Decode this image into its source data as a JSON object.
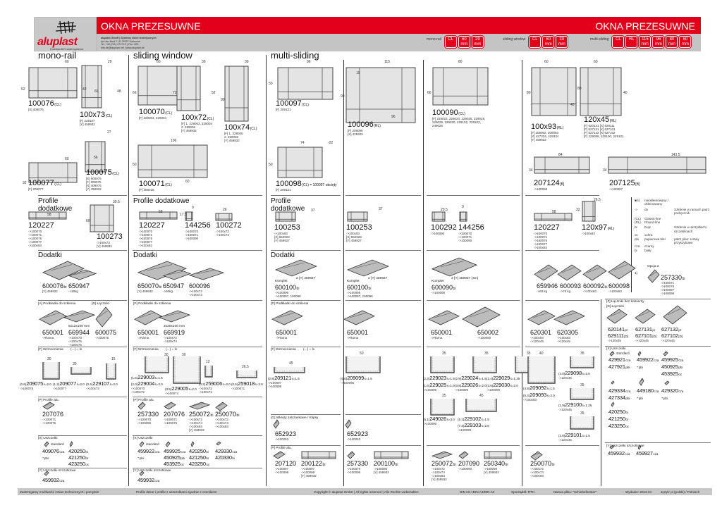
{
  "header": {
    "brand": "aluplast",
    "brand_sub": "Kunststoff-Fenstersysteme",
    "title_left": "OKNA PREZESUWNE",
    "title_right": "OKNA PREZESUWNE",
    "company": [
      "aluplast GmbH | Systemy okien teoretycznych",
      "Auf der Breit 2 | D-76227 Karlsruhe",
      "Tel. +49 (721) 47171-0 | Fax -900",
      "info.de@aluplast.net | www.aluplast.de"
    ],
    "groups": [
      {
        "label": "mono-rail",
        "badges": [
          "CL",
          "60 mm",
          "29 mm"
        ]
      },
      {
        "label": "sliding window",
        "badges": [
          "CL",
          "60 mm",
          "39 mm"
        ]
      },
      {
        "label": "multi-sliding",
        "badges": [
          "CL",
          "RL",
          "115 mm",
          "96 mm",
          "80 mm",
          "60 mm"
        ]
      }
    ],
    "accent": "#e2001a"
  },
  "sections": {
    "mono": "mono-rail",
    "sliding": "sliding window",
    "multi": "multi-sliding",
    "extra": "Profile dodatkowe",
    "extra2": "Profile\ndodatkowe",
    "addons": "Dodatki"
  },
  "labels": [
    "[A] Podkładki do szklenia",
    "[D] Łączniki",
    "[P] Podkładki do szklenia",
    "[P] Podkładki do szklenia",
    "[Z] Łączniki bez kołnierzy",
    "[D] Łączniki",
    "[F] Wzmocnienia",
    "(...) = lx",
    "[F] Wzmocnienia",
    "(...) = lx",
    "[F] Wzmocnienia",
    "(...) = lx",
    "[X] Uszczelki",
    "[Y] Uszczelki szczotkowe",
    "[P] Profile alu.",
    "[P] Profile alu.",
    "[X] Uszczelki",
    "[X] Uszczelki",
    "[Y] Uszczelki szczotkowe",
    "[Y] Uszczelki szczotkowe",
    "[G] Wkręty zatrzaskowe / Klipsy",
    "[P] Profile alu.",
    "standard",
    "standard",
    "standard",
    "5x12x100 mm",
    "3x20x100 mm",
    "Komplet",
    "2 [Y] 459927",
    "Komplet",
    "2 [Y] 459927",
    "Komplet",
    "2 [Y] 459927 (4m)",
    "Opcja 2",
    "1)"
  ],
  "dims": [
    "60",
    "52",
    "42",
    "29",
    "66",
    "48",
    "27",
    "56",
    "60",
    "32",
    "60",
    "66",
    "39",
    "72",
    "52",
    "39",
    "90",
    "106",
    "50",
    "60",
    "96",
    "50",
    "115",
    "19",
    "96",
    "90",
    "80",
    "66",
    "74",
    "-22",
    "50",
    "60",
    "80",
    "40",
    "60",
    "80",
    "40",
    "84",
    "143.5",
    "34",
    "34",
    "58",
    "30.5",
    "60",
    "58",
    "9",
    "17.5",
    "26",
    "37",
    "37",
    "20.5",
    "9",
    "58",
    "26.5",
    "32",
    "20",
    "30",
    "15",
    "30",
    "30",
    "12",
    "26.5",
    "45",
    "50",
    "35",
    "35",
    "35",
    "40",
    "35",
    "35",
    "45",
    "35",
    "35"
  ],
  "items": [
    {
      "code": "100076",
      "tag": "(CL)",
      "notes": [
        "[X] 409076"
      ]
    },
    {
      "code": "100x73",
      "tag": "(CL)",
      "notes": [
        "[F] 229107",
        "[Y] 459932"
      ]
    },
    {
      "code": "100077",
      "tag": "(CL)",
      "notes": [
        "[F] 209077"
      ]
    },
    {
      "code": "100075",
      "tag": "(CL)",
      "notes": [
        "[X] 600075",
        "[F] 209075",
        "[X] 409076",
        "[Y] 459932"
      ]
    },
    {
      "code": "100070",
      "tag": "(CL)",
      "notes": [
        "[F] 229003, 229004"
      ]
    },
    {
      "code": "100x72",
      "tag": "(CL)",
      "notes": [
        "[F] 1. 229003, 229004",
        "    2. 259006",
        "[Y] 459932"
      ]
    },
    {
      "code": "100x74",
      "tag": "(CL)",
      "notes": [
        "[F] 1. 229005",
        "    2. 259006",
        "[Y] 459932"
      ]
    },
    {
      "code": "100071",
      "tag": "(CL)",
      "notes": [
        "[F] 259018"
      ]
    },
    {
      "code": "100097",
      "tag": "(CL)",
      "notes": [
        "[F] 209121"
      ]
    },
    {
      "code": "100098",
      "tag": "(CL) = 100097 obcięty",
      "notes": [
        "[F] 209121"
      ]
    },
    {
      "code": "100096",
      "tag": "(RL)",
      "notes": [
        "[F] 209099",
        "[X] 429320"
      ]
    },
    {
      "code": "100090",
      "tag": "(CL)",
      "notes": [
        "[F] 229023, 229024, 229025, 229026,",
        "229029, 229030, 229102, 229103,",
        "249026"
      ]
    },
    {
      "code": "100x93",
      "tag": "(RL)",
      "notes": [
        "[F] 209092, 209093",
        "[X] 427334, 429334",
        "[Y] 459932"
      ]
    },
    {
      "code": "120x45",
      "tag": "(RL)",
      "notes": [
        "[F] 620141  [X] 629111",
        "[F] 627131  [X] 627101",
        "[F] 627132  [X] 627102",
        "[F] 229098, 229100, 229101"
      ]
    },
    {
      "code": "207124",
      "tag": "[B]",
      "notes": [
        "->100098"
      ]
    },
    {
      "code": "207125",
      "tag": "[B]",
      "notes": [
        "->100097"
      ]
    },
    {
      "code": "120227",
      "tag": "",
      "notes": [
        "->100070",
        "->100071",
        "->100076",
        "->100077",
        "->100x93"
      ]
    },
    {
      "code": "100273",
      "tag": "",
      "notes": [
        "->100x73",
        "[Y] 459932"
      ]
    },
    {
      "code": "120227",
      "tag": "",
      "notes": [
        "->100070",
        "->100071",
        "->100076",
        "->100077",
        "->100x93"
      ]
    },
    {
      "code": "144256",
      "tag": "",
      "notes": [
        "->100070",
        "->100071",
        "->100090"
      ]
    },
    {
      "code": "100272",
      "tag": "",
      "notes": [
        "->100x72",
        "->100x74"
      ]
    },
    {
      "code": "100253",
      "tag": "",
      "notes": [
        "->100x93",
        "[X] 652923",
        "[Y] 459927"
      ]
    },
    {
      "code": "100253",
      "tag": "",
      "notes": [
        "->100x93",
        "[X] 652923",
        "[Y] 459927"
      ]
    },
    {
      "code": "100292",
      "tag": "",
      "notes": [
        "->100090"
      ]
    },
    {
      "code": "144256",
      "tag": "",
      "notes": [
        "->100070",
        "->100071",
        "->100090"
      ]
    },
    {
      "code": "120227",
      "tag": "",
      "notes": [
        "->100070",
        "->100071",
        "->100076",
        "->100077",
        "->100x93"
      ]
    },
    {
      "code": "120x97",
      "tag": "(RL)",
      "notes": [
        "->100x93"
      ]
    },
    {
      "code": "600076",
      "tag": "bi",
      "notes": [
        "[Y] 459932"
      ]
    },
    {
      "code": "650947",
      "tag": "",
      "notes": [
        "->30kg"
      ]
    },
    {
      "code": "650070",
      "tag": "bi",
      "notes": [
        "[Y] 459932"
      ]
    },
    {
      "code": "650947",
      "tag": "",
      "notes": [
        "->30kg"
      ]
    },
    {
      "code": "600096",
      "tag": "",
      "notes": [
        "->100x72",
        "->100x74"
      ]
    },
    {
      "code": "600100",
      "tag": "bi",
      "notes": [
        "->100096",
        "->100097, 100098"
      ]
    },
    {
      "code": "600100",
      "tag": "bi",
      "notes": [
        "->100096",
        "->100097, 100098"
      ]
    },
    {
      "code": "600090",
      "tag": "bi",
      "notes": [
        "->100090"
      ]
    },
    {
      "code": "659946",
      "tag": "",
      "notes": [
        "->60 kg"
      ]
    },
    {
      "code": "600093",
      "tag": "",
      "notes": [
        "->75 kg"
      ]
    },
    {
      "code": "600092",
      "tag": "bi",
      "notes": [
        "->100x93"
      ]
    },
    {
      "code": "600098",
      "tag": "",
      "notes": [
        "->100x93"
      ]
    },
    {
      "code": "257330",
      "tag": "bi",
      "notes": [
        "->100071",
        "->100076",
        "->100097",
        "->100098"
      ]
    },
    {
      "code": "650001",
      "tag": "",
      "notes": [
        "->Rama"
      ]
    },
    {
      "code": "669944",
      "tag": "",
      "notes": [
        "->100x73",
        "->100x75",
        "->100x76"
      ]
    },
    {
      "code": "600075",
      "tag": "",
      "notes": [
        "->100075"
      ]
    },
    {
      "code": "650001",
      "tag": "",
      "notes": [
        "->Rama"
      ]
    },
    {
      "code": "669919",
      "tag": "",
      "notes": [
        "->100x72",
        "->100x74"
      ]
    },
    {
      "code": "650001",
      "tag": "",
      "notes": [
        "->Rama"
      ]
    },
    {
      "code": "650001",
      "tag": "",
      "notes": [
        "->Rama"
      ]
    },
    {
      "code": "650001",
      "tag": "",
      "notes": [
        "->Rama"
      ]
    },
    {
      "code": "650002",
      "tag": "",
      "notes": [
        "->100090"
      ]
    },
    {
      "code": "620301",
      "tag": "",
      "notes": [
        "->100x93",
        "->120x45"
      ]
    },
    {
      "code": "620305",
      "tag": "",
      "notes": [
        "->100x93",
        "->120x45"
      ]
    },
    {
      "code": "620141",
      "tag": "pr",
      "notes": []
    },
    {
      "code": "629111",
      "tag": "[D]",
      "notes": [
        "->120x45"
      ]
    },
    {
      "code": "627131",
      "tag": "pr",
      "notes": []
    },
    {
      "code": "627101",
      "tag": "[D]",
      "notes": [
        "->120x45"
      ]
    },
    {
      "code": "627132",
      "tag": "pr",
      "notes": []
    },
    {
      "code": "627102",
      "tag": "[D]",
      "notes": [
        "->120x45"
      ]
    },
    {
      "pre": "(0.6)",
      "code": "209075",
      "tag": "s=2.0",
      "notes": [
        "->100075"
      ]
    },
    {
      "pre": "(1.2)",
      "code": "209077",
      "tag": "s=2.0",
      "notes": [
        "->100077"
      ]
    },
    {
      "pre": "(0.4)",
      "code": "229107",
      "tag": "s=2.0",
      "notes": [
        "->100x73"
      ]
    },
    {
      "pre": "(1.6)",
      "code": "229003",
      "tag": "s=1.5",
      "notes": []
    },
    {
      "pre": "(2.0)",
      "code": "229004",
      "tag": "s=2.0",
      "notes": [
        "->100070",
        "->100x72"
      ]
    },
    {
      "pre": "(3.5)",
      "code": "229005",
      "tag": "s=2.0",
      "notes": [
        "->100074"
      ]
    },
    {
      "pre": "(0.2)",
      "code": "259006",
      "tag": "s=2.0",
      "notes": [
        "->100x72",
        "->100x74"
      ]
    },
    {
      "pre": "(0.6)",
      "code": "259018",
      "tag": "s=2.0",
      "notes": [
        "->100071"
      ]
    },
    {
      "pre": "(2.8)",
      "code": "209121",
      "tag": "s=1.5",
      "notes": [
        "->100097",
        "->100098"
      ]
    },
    {
      "pre": "(6.6)",
      "code": "209099",
      "tag": "s=1.5",
      "notes": [
        "->100096"
      ]
    },
    {
      "pre": "(2.3)",
      "code": "229023",
      "tag": "s=1.5",
      "notes": []
    },
    {
      "pre": "(1.6)",
      "code": "229025",
      "tag": "s=1.0",
      "notes": [
        "->100090"
      ]
    },
    {
      "pre": "(2.9)",
      "code": "229024",
      "tag": "s=1.5",
      "notes": []
    },
    {
      "pre": "(3.8)",
      "code": "229026",
      "tag": "s=2.0",
      "notes": [
        "->100090"
      ]
    },
    {
      "pre": "(2.4)",
      "code": "229029",
      "tag": "s=1.25",
      "notes": []
    },
    {
      "pre": "(3.6)",
      "code": "229030",
      "tag": "s=2.0",
      "notes": [
        "->100090"
      ]
    },
    {
      "pre": "(5.1)",
      "code": "249026",
      "tag": "s=3.0",
      "notes": [
        "->100090"
      ]
    },
    {
      "pre": "(5.1)",
      "code": "229102",
      "tag": "s=1.5",
      "notes": []
    },
    {
      "pre": "(7.3)",
      "code": "229103",
      "tag": "s=2.5",
      "notes": [
        "->100090"
      ]
    },
    {
      "pre": "(4.8)",
      "code": "209092",
      "tag": "s=1.5",
      "notes": []
    },
    {
      "pre": "(6.3)",
      "code": "209093",
      "tag": "s=2.0",
      "notes": [
        "->100x93"
      ]
    },
    {
      "pre": "(4.0)",
      "code": "229098",
      "tag": "s=2.5",
      "notes": [
        "->120x45"
      ]
    },
    {
      "pre": "(1.9)",
      "code": "229100",
      "tag": "s=1.25",
      "notes": [
        "->120x45"
      ]
    },
    {
      "pre": "(2.8)",
      "code": "229101",
      "tag": "s=1.5",
      "notes": [
        "->120x45"
      ]
    },
    {
      "code": "429921",
      "tag": "cza",
      "notes": []
    },
    {
      "code": "427921",
      "tag": "pbi",
      "notes": []
    },
    {
      "code": "459922",
      "tag": "cza",
      "notes": []
    },
    {
      "code": "-",
      "tag": "pbi",
      "notes": []
    },
    {
      "code": "459925",
      "tag": "cza",
      "notes": []
    },
    {
      "code": "450925",
      "tag": "pbi",
      "notes": []
    },
    {
      "code": "453925",
      "tag": "oc",
      "notes": []
    },
    {
      "code": "429334",
      "tag": "cza",
      "notes": []
    },
    {
      "code": "427334",
      "tag": "pbi",
      "notes": []
    },
    {
      "code": "449180",
      "tag": "cza",
      "notes": []
    },
    {
      "code": "-",
      "tag": "pbi",
      "notes": []
    },
    {
      "code": "429320",
      "tag": "cza",
      "notes": []
    },
    {
      "code": "-",
      "tag": "pbi",
      "notes": []
    },
    {
      "code": "420250",
      "tag": "bi",
      "notes": []
    },
    {
      "code": "421250",
      "tag": "br",
      "notes": []
    },
    {
      "code": "423250",
      "tag": "oc",
      "notes": []
    },
    {
      "code": "459932",
      "tag": "cza",
      "notes": []
    },
    {
      "code": "459927",
      "tag": "cza",
      "notes": []
    },
    {
      "code": "207076",
      "tag": "",
      "notes": [
        "->100071",
        "->100076"
      ]
    },
    {
      "code": "257330",
      "tag": "",
      "notes": [
        "->100070",
        "->100096"
      ]
    },
    {
      "code": "207076",
      "tag": "",
      "notes": [
        "->100071",
        "->100076"
      ]
    },
    {
      "code": "250072",
      "tag": "bi",
      "notes": [
        "->100x72",
        "->100x74",
        "->100x93",
        "[Y] 459932"
      ]
    },
    {
      "code": "250070",
      "tag": "bi",
      "notes": [
        "->100x72",
        "->100x74",
        "->100x93"
      ]
    },
    {
      "code": "409076",
      "tag": "cza",
      "notes": []
    },
    {
      "code": "-",
      "tag": "pbi",
      "notes": []
    },
    {
      "code": "420250",
      "tag": "bi",
      "notes": []
    },
    {
      "code": "421250",
      "tag": "br",
      "notes": []
    },
    {
      "code": "423250",
      "tag": "oc",
      "notes": []
    },
    {
      "code": "459932",
      "tag": "cza",
      "notes": []
    },
    {
      "code": "459922",
      "tag": "cza",
      "notes": []
    },
    {
      "code": "-",
      "tag": "pbi",
      "notes": []
    },
    {
      "code": "459925",
      "tag": "cza",
      "notes": []
    },
    {
      "code": "450925",
      "tag": "pbi",
      "notes": []
    },
    {
      "code": "453925",
      "tag": "oc",
      "notes": []
    },
    {
      "code": "420250",
      "tag": "bi",
      "notes": []
    },
    {
      "code": "421250",
      "tag": "br",
      "notes": []
    },
    {
      "code": "423250",
      "tag": "oc",
      "notes": []
    },
    {
      "code": "429330",
      "tag": "cza",
      "notes": []
    },
    {
      "code": "420330",
      "tag": "bi",
      "notes": []
    },
    {
      "code": "459932",
      "tag": "cza",
      "notes": []
    },
    {
      "code": "652923",
      "tag": "",
      "notes": [
        "->100253"
      ]
    },
    {
      "code": "652923",
      "tag": "",
      "notes": [
        "->100253"
      ]
    },
    {
      "code": "207120",
      "tag": "",
      "notes": [
        "->100097",
        "->100098"
      ]
    },
    {
      "code": "200122",
      "tag": "bi",
      "notes": [
        "->100097",
        "->100098",
        "[Y] 459932"
      ]
    },
    {
      "code": "257330",
      "tag": "",
      "notes": [
        "->100070",
        "->100096"
      ]
    },
    {
      "code": "200100",
      "tag": "bi",
      "notes": [
        "->100096",
        "[Y] 459932"
      ]
    },
    {
      "code": "250072",
      "tag": "bi",
      "notes": [
        "->100x72",
        "->100x74",
        "->100x93",
        "[Y] 459932"
      ]
    },
    {
      "code": "207090",
      "tag": "",
      "notes": [
        "->100090"
      ]
    },
    {
      "code": "250340",
      "tag": "bi",
      "notes": [
        "->100090",
        "[Y] 459932"
      ]
    },
    {
      "code": "250070",
      "tag": "bi",
      "notes": [
        "->100x72",
        "->100x74",
        "->100x93"
      ]
    }
  ],
  "legend": {
    "rows": [
      [
        "■/☑",
        "nieokleinowany / okleinowany",
        ""
      ],
      [
        "->",
        "do",
        "Szklenie w ramach patrz podręcznik"
      ],
      [
        "(CL)",
        "Classic-line",
        ""
      ],
      [
        "(RL)",
        "Round-line",
        ""
      ],
      [
        "br",
        "brąz",
        "Szklenie w skrzydłach i szczeblinach"
      ],
      [
        "oc",
        "ochra",
        ""
      ],
      [
        "pbi",
        "papierowa biel",
        "patrz plan: Listwy przyszybowe"
      ],
      [
        "cza",
        "czarny",
        ""
      ],
      [
        "bi",
        "biały",
        ""
      ]
    ]
  },
  "footer": [
    "Zastrzegamy możliwość zmian technicznych i pomyłek!",
    "Profile dekor i profile z uszczelkami zgodnie z cennikiem",
    "Copyright © aluplast GmbH | All rights reserved | Alle Rechte vorbehalten",
    "DIN A0->DIN A4/DIN A3",
    "Sporządził:   RTH",
    "Nazwa pliku:   \"Schiebefenster\"",
    "Wydanie:   2013-01",
    "Język: pl (polski) / Polnisch"
  ]
}
